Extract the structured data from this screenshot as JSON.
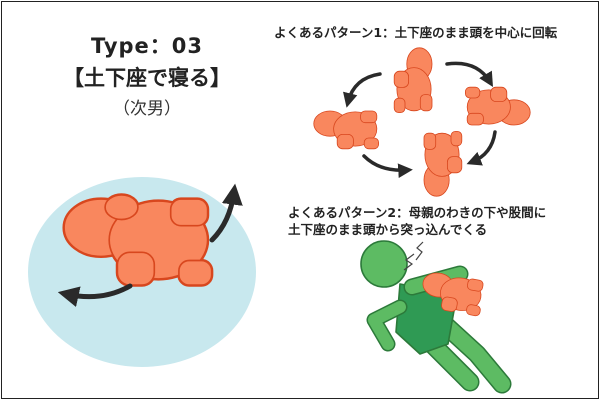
{
  "heading": {
    "type_label": "Type：03",
    "title": "【土下座で寝る】",
    "note": "（次男）"
  },
  "pattern1": {
    "label": "よくあるパターン1：土下座のまま頭を中心に回転"
  },
  "pattern2": {
    "line1": "よくあるパターン2：母親のわきの下や股間に",
    "line2": "土下座のまま頭から突っ込んでくる"
  },
  "colors": {
    "baby_fill": "#f9875e",
    "baby_stroke": "#d8471e",
    "mat": "#c8e8ee",
    "parent_fill": "#5dbb63",
    "parent_dark": "#2f9a54",
    "parent_stroke": "#2c7a3a",
    "arrow": "#2a2a2a"
  }
}
